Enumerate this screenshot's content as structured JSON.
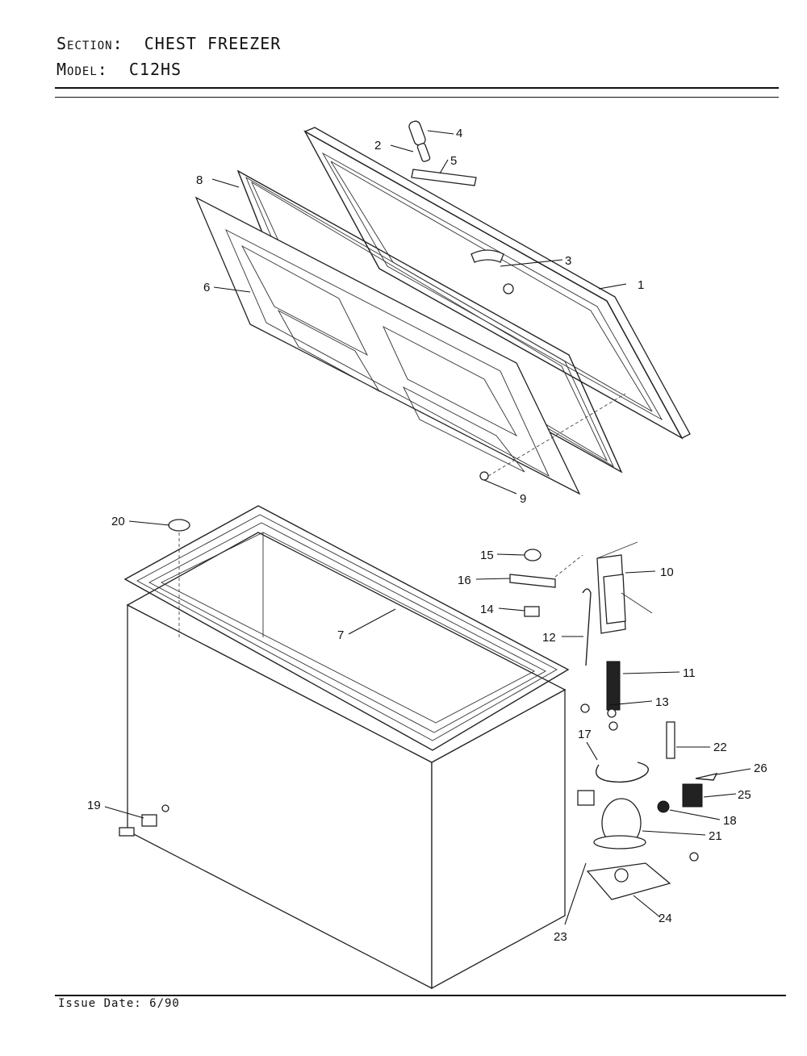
{
  "header": {
    "section_label": "Section:",
    "section_value": "CHEST FREEZER",
    "model_label": "Model:",
    "model_value": "C12HS"
  },
  "footer": {
    "issue_date": "Issue Date: 6/90"
  },
  "callouts": {
    "c1": "1",
    "c2": "2",
    "c3": "3",
    "c4": "4",
    "c5": "5",
    "c6": "6",
    "c7": "7",
    "c8": "8",
    "c9": "9",
    "c10": "10",
    "c11": "11",
    "c12": "12",
    "c13": "13",
    "c14": "14",
    "c15": "15",
    "c16": "16",
    "c17": "17",
    "c18": "18",
    "c19": "19",
    "c20": "20",
    "c21": "21",
    "c22": "22",
    "c23": "23",
    "c24": "24",
    "c25": "25",
    "c26": "26"
  }
}
